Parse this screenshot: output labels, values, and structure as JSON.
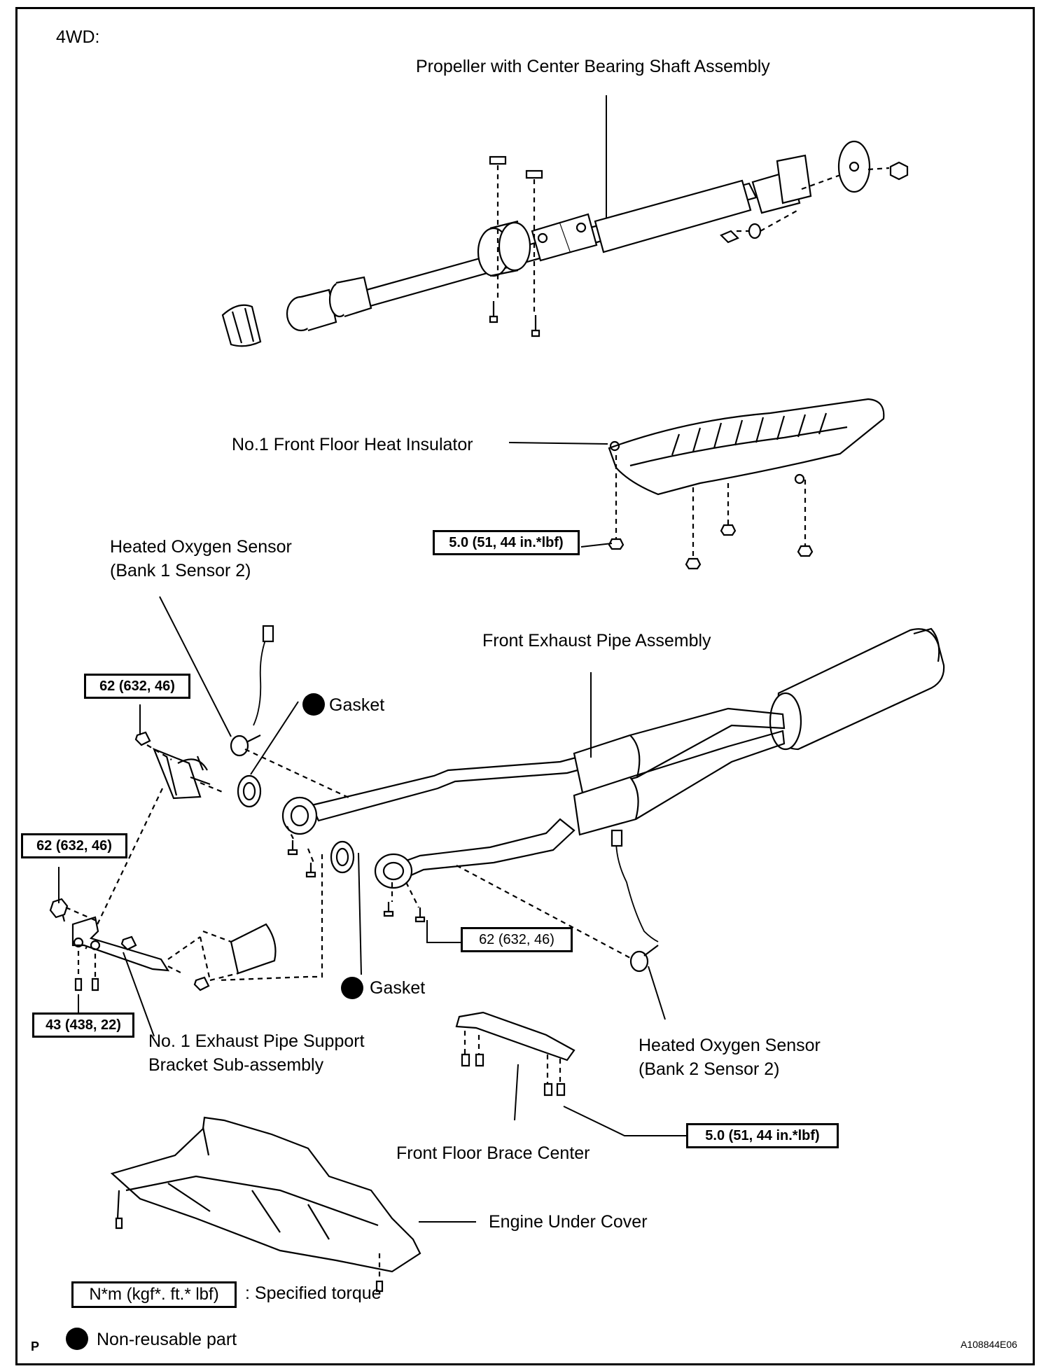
{
  "header": {
    "mode": "4WD:"
  },
  "components": {
    "propeller_shaft": "Propeller with Center Bearing Shaft Assembly",
    "heat_insulator": "No.1 Front Floor Heat Insulator",
    "o2_sensor_bank1": [
      "Heated Oxygen Sensor",
      "(Bank 1 Sensor 2)"
    ],
    "front_exhaust_pipe": "Front Exhaust Pipe Assembly",
    "gasket_upper": "Gasket",
    "gasket_lower": "Gasket",
    "support_bracket": [
      "No. 1 Exhaust Pipe Support",
      "Bracket Sub-assembly"
    ],
    "o2_sensor_bank2": [
      "Heated Oxygen Sensor",
      "(Bank 2 Sensor 2)"
    ],
    "floor_brace": "Front Floor Brace Center",
    "under_cover": "Engine Under Cover"
  },
  "torques": {
    "heat_insulator_nut": "5.0 (51, 44 in.*lbf)",
    "top_left_nut": "62 (632, 46)",
    "left_bracket_nut": "62 (632, 46)",
    "bracket_bolts": "43 (438, 22)",
    "pipe_flange_bolts": "62 (632, 46)",
    "brace_bolts": "5.0 (51, 44 in.*lbf)"
  },
  "legend": {
    "torque_unit": "N*m (kgf*. ft.* lbf)",
    "torque_desc": ": Specified torque",
    "nonreusable_desc": "Non-reusable part"
  },
  "footer": {
    "left_mark": "P",
    "figure_id": "A108844E06"
  }
}
